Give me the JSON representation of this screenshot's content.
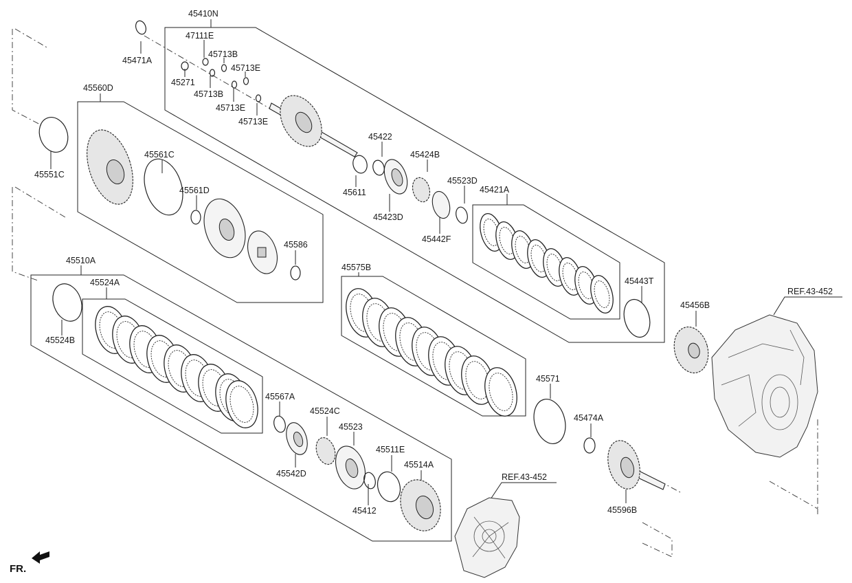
{
  "diagram": {
    "labels": {
      "l45410N": "45410N",
      "l47111E": "47111E",
      "l45471A": "45471A",
      "l45713B_1": "45713B",
      "l45713E_1": "45713E",
      "l45271": "45271",
      "l45713B_2": "45713B",
      "l45713E_2": "45713E",
      "l45713E_3": "45713E",
      "l45560D": "45560D",
      "l45551C": "45551C",
      "l45561C": "45561C",
      "l45561D": "45561D",
      "l45586": "45586",
      "l45422": "45422",
      "l45424B": "45424B",
      "l45611": "45611",
      "l45423D": "45423D",
      "l45523D": "45523D",
      "l45421A": "45421A",
      "l45442F": "45442F",
      "l45443T": "45443T",
      "l45510A": "45510A",
      "l45524A": "45524A",
      "l45524B": "45524B",
      "l45575B": "45575B",
      "l45456B": "45456B",
      "lRef1": "REF.43-452",
      "l45567A": "45567A",
      "l45524C": "45524C",
      "l45523": "45523",
      "l45542D": "45542D",
      "l45511E": "45511E",
      "l45514A": "45514A",
      "l45412": "45412",
      "l45571": "45571",
      "l45474A": "45474A",
      "lRef2": "REF.43-452",
      "l45596B": "45596B",
      "lFR": "FR."
    }
  }
}
